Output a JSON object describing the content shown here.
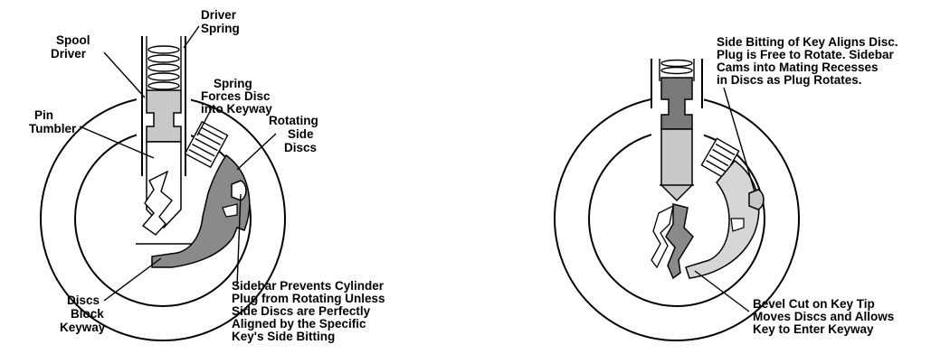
{
  "left_diagram": {
    "labels": {
      "driver_spring": [
        "Driver",
        "Spring"
      ],
      "spool_driver": [
        "Spool",
        "Driver"
      ],
      "spring_forces": [
        "Spring",
        "Forces Disc",
        "into Keyway"
      ],
      "pin_tumbler": [
        "Pin",
        "Tumbler"
      ],
      "rotating_discs": [
        "Rotating",
        "Side",
        "Discs"
      ],
      "discs_block": [
        "Discs",
        "Block",
        "Keyway"
      ],
      "sidebar_prevents": [
        "Sidebar Prevents Cylinder",
        "Plug from Rotating Unless",
        "Side Discs are Perfectly",
        "Aligned by the Specific",
        "Key's Side Bitting"
      ]
    }
  },
  "right_diagram": {
    "labels": {
      "side_bitting": [
        "Side Bitting of Key Aligns Disc.",
        "Plug is Free to Rotate.  Sidebar",
        "Cams into Mating Recesses",
        "in Discs as Plug Rotates."
      ],
      "bevel_cut": [
        "Bevel Cut on Key Tip",
        "Moves Discs and Allows",
        "Key to Enter Keyway"
      ]
    }
  },
  "colors": {
    "pin_light": "#c8c8c8",
    "pin_dark": "#7a7a7a",
    "disc_gray": "#8a8a8a",
    "disc_light": "#d6d6d6"
  }
}
